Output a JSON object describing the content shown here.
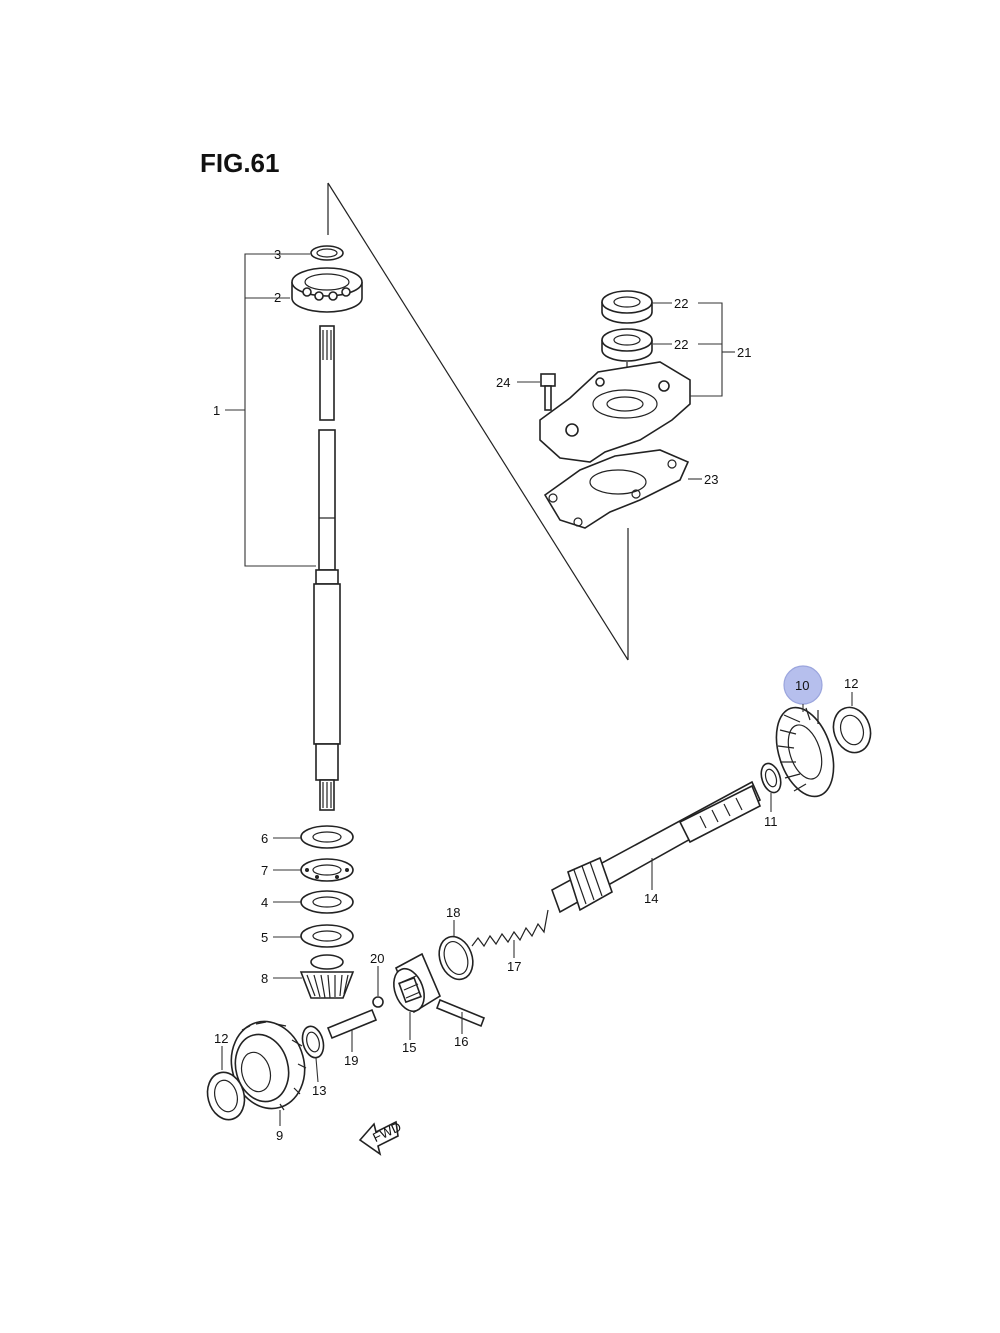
{
  "figure": {
    "title": "FIG.61",
    "highlight": "10",
    "fwd_mark": "FWD"
  },
  "callouts": {
    "c1": "1",
    "c2": "2",
    "c3": "3",
    "c4": "4",
    "c5": "5",
    "c6": "6",
    "c7": "7",
    "c8": "8",
    "c9": "9",
    "c10": "10",
    "c11": "11",
    "c12a": "12",
    "c12b": "12",
    "c13": "13",
    "c14": "14",
    "c15": "15",
    "c16": "16",
    "c17": "17",
    "c18": "18",
    "c19": "19",
    "c20": "20",
    "c21": "21",
    "c22a": "22",
    "c22b": "22",
    "c23": "23",
    "c24": "24"
  }
}
